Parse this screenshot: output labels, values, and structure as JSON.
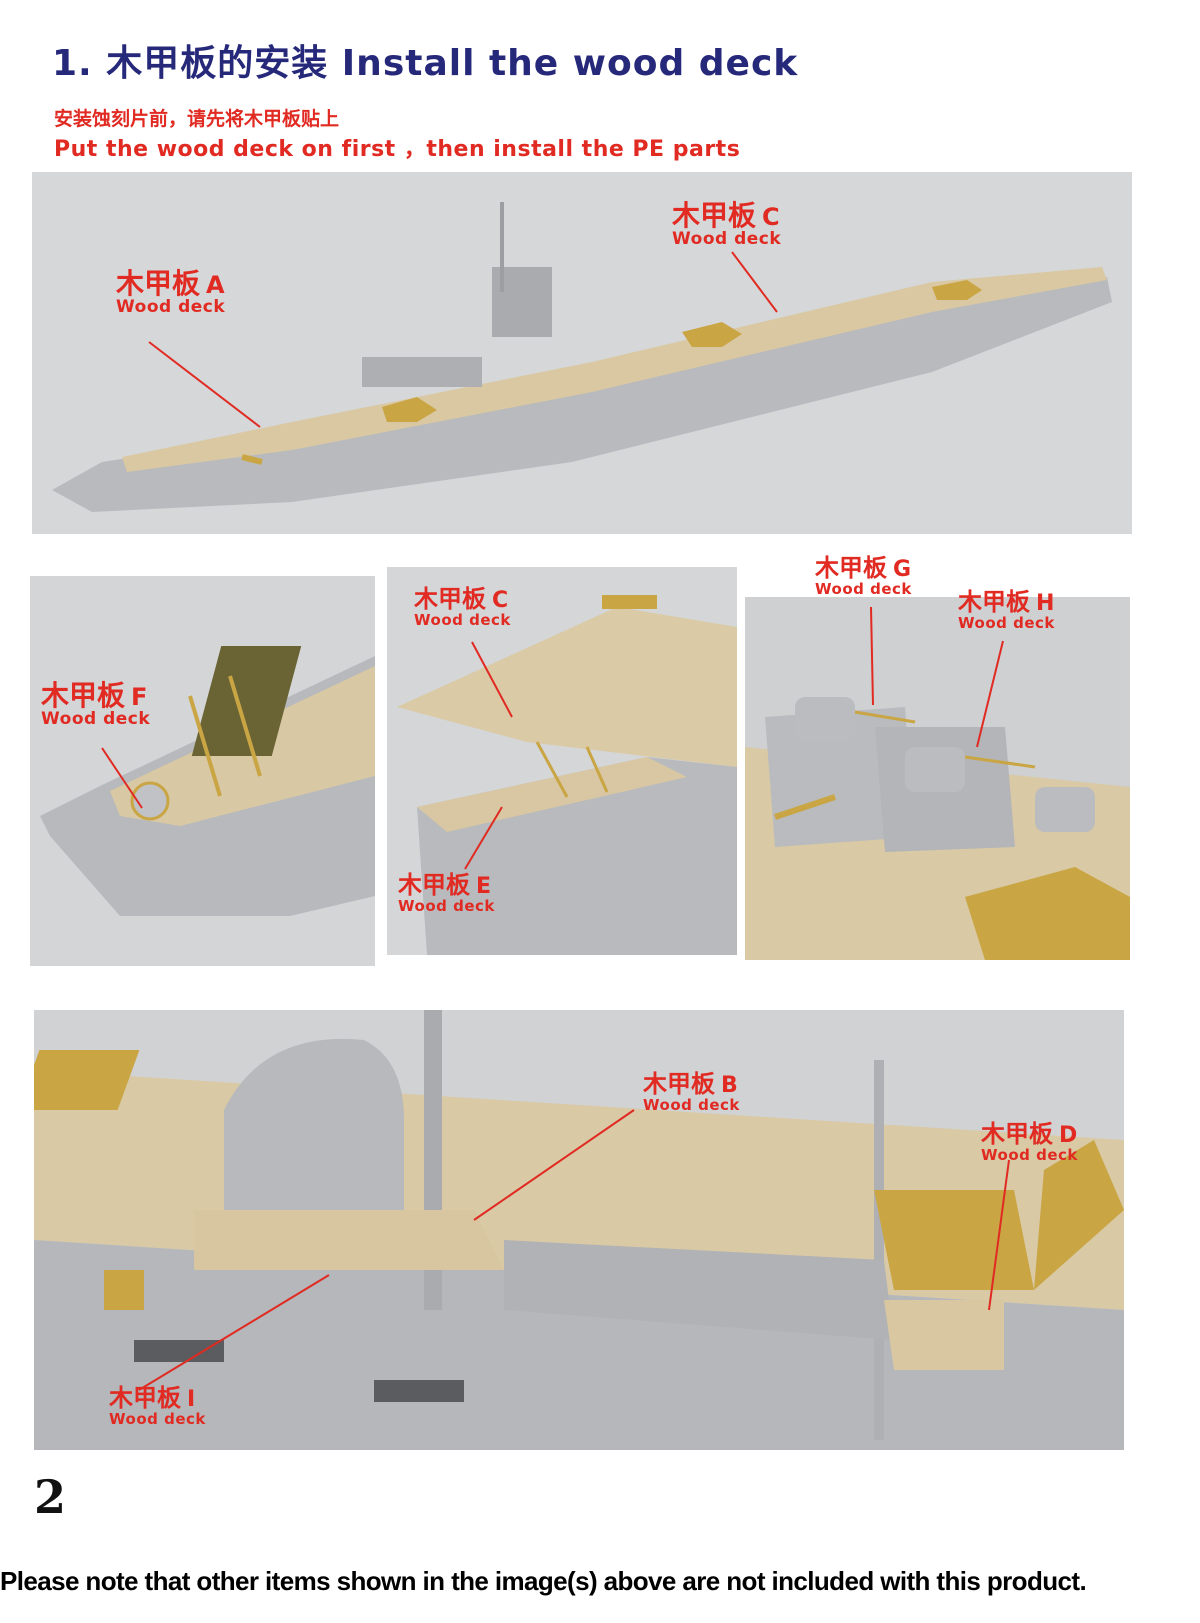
{
  "header": {
    "title": "1. 木甲板的安装 Install the wood deck",
    "subtitle_zh": "安装蚀刻片前，请先将木甲板贴上",
    "subtitle_en": "Put the wood deck on first ，then install the PE parts"
  },
  "labels": {
    "zh": "木甲板",
    "en": "Wood deck",
    "A": "A",
    "B": "B",
    "C": "C",
    "D": "D",
    "E": "E",
    "F": "F",
    "G": "G",
    "H": "H",
    "I": "I"
  },
  "footer": {
    "page_number": "2",
    "note": "Please note that other items shown in the image(s) above are not included with this product."
  },
  "colors": {
    "title": "#26287a",
    "accent": "#e02a22",
    "hull_gray": "#b9bbbe",
    "wood": "#d8c9a6",
    "brass": "#c9a544"
  }
}
